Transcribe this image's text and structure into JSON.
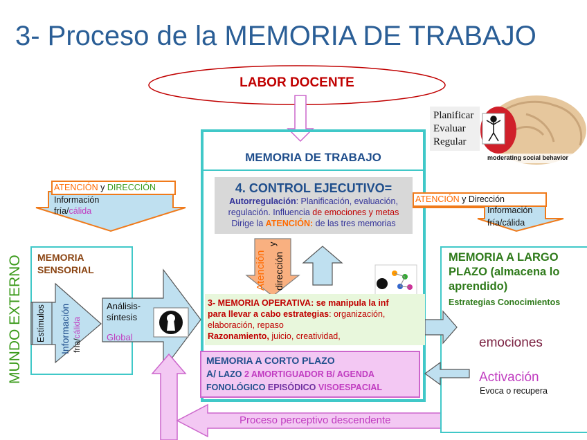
{
  "title": "3- Proceso de la MEMORIA DE TRABAJO",
  "labor_docente": "LABOR DOCENTE",
  "memoria_trabajo": {
    "title": "MEMORIA DE TRABAJO",
    "control_ejecutivo": {
      "title": "4. CONTROL EJECUTIVO=",
      "autorregulacion": "Autorregulación",
      "line1_rest": ": Planificación, evaluación,",
      "line2_a": "regulación. Influencia",
      "line2_b": " de emociones y metas",
      "line3_a": "Dirige la ",
      "line3_b": "ATENCIÓN:",
      "line3_c": "  de las tres memorias"
    },
    "atencion_vertical_a": "Atención",
    "atencion_vertical_b": "y",
    "atencion_vertical_c": "dirección",
    "operativa": {
      "line1": "3- MEMORIA OPERATIVA: se manipula la inf",
      "line2_a": "para llevar a cabo estrategias",
      "line2_b": ": organización,",
      "line3": "elaboración, repaso",
      "line4_a": "Razonamiento,",
      "line4_b": " juicio, creatividad,"
    },
    "corto_plazo": {
      "title": "MEMORIA A CORTO PLAZO",
      "line1_a": "A/",
      "line1_b": " LAZO",
      "line1_c": "  2 AMORTIGUADOR",
      "line1_d": "   B/ AGENDA",
      "line2_a": "FONOLÓGICO",
      "line2_b": " EPISÓDICO",
      "line2_c": "   VISOESPACIAL"
    }
  },
  "atencion_left": {
    "a": "ATENCIÓN",
    "b": " y ",
    "c": "DIRECCIÓN",
    "info": "Información",
    "fria": "fría/",
    "calida": "cálida"
  },
  "atencion_right": {
    "a": "ATENCIÓN",
    "b": " y Dirección",
    "info": "Información",
    "fria": "fría/cálida"
  },
  "mundo_externo": "MUNDO EXTERNO",
  "sensorial": {
    "title_1": "MEMORIA",
    "title_2": "SENSORIAL",
    "estimulos": "Estímulos",
    "informacion": "Información",
    "fria": "fría/",
    "calida": "cálida",
    "analisis_1": "Análisis-",
    "analisis_2": "síntesis",
    "global": "Global"
  },
  "largo_plazo": {
    "title_1": "MEMORIA A LARGO",
    "title_2": "PLAZO (almacena lo",
    "title_3": "aprendido)",
    "estrategias": "Estrategias  Conocimientos",
    "emociones": "emociones",
    "activacion": "Activación",
    "evoca": "Evoca o recupera"
  },
  "brain_panel": {
    "planificar": "Planificar",
    "evaluar": "Evaluar",
    "regular": "Regular",
    "caption": "moderating social behavior"
  },
  "proceso_descendente": "Proceso perceptivo descendente",
  "colors": {
    "title": "#2a5e96",
    "teal": "#40c8c8",
    "orange": "#f07a1a",
    "red": "#c00000",
    "green": "#3a9a1a",
    "pink_box": "#f3c8f3",
    "green_box": "#e8f7dc"
  }
}
